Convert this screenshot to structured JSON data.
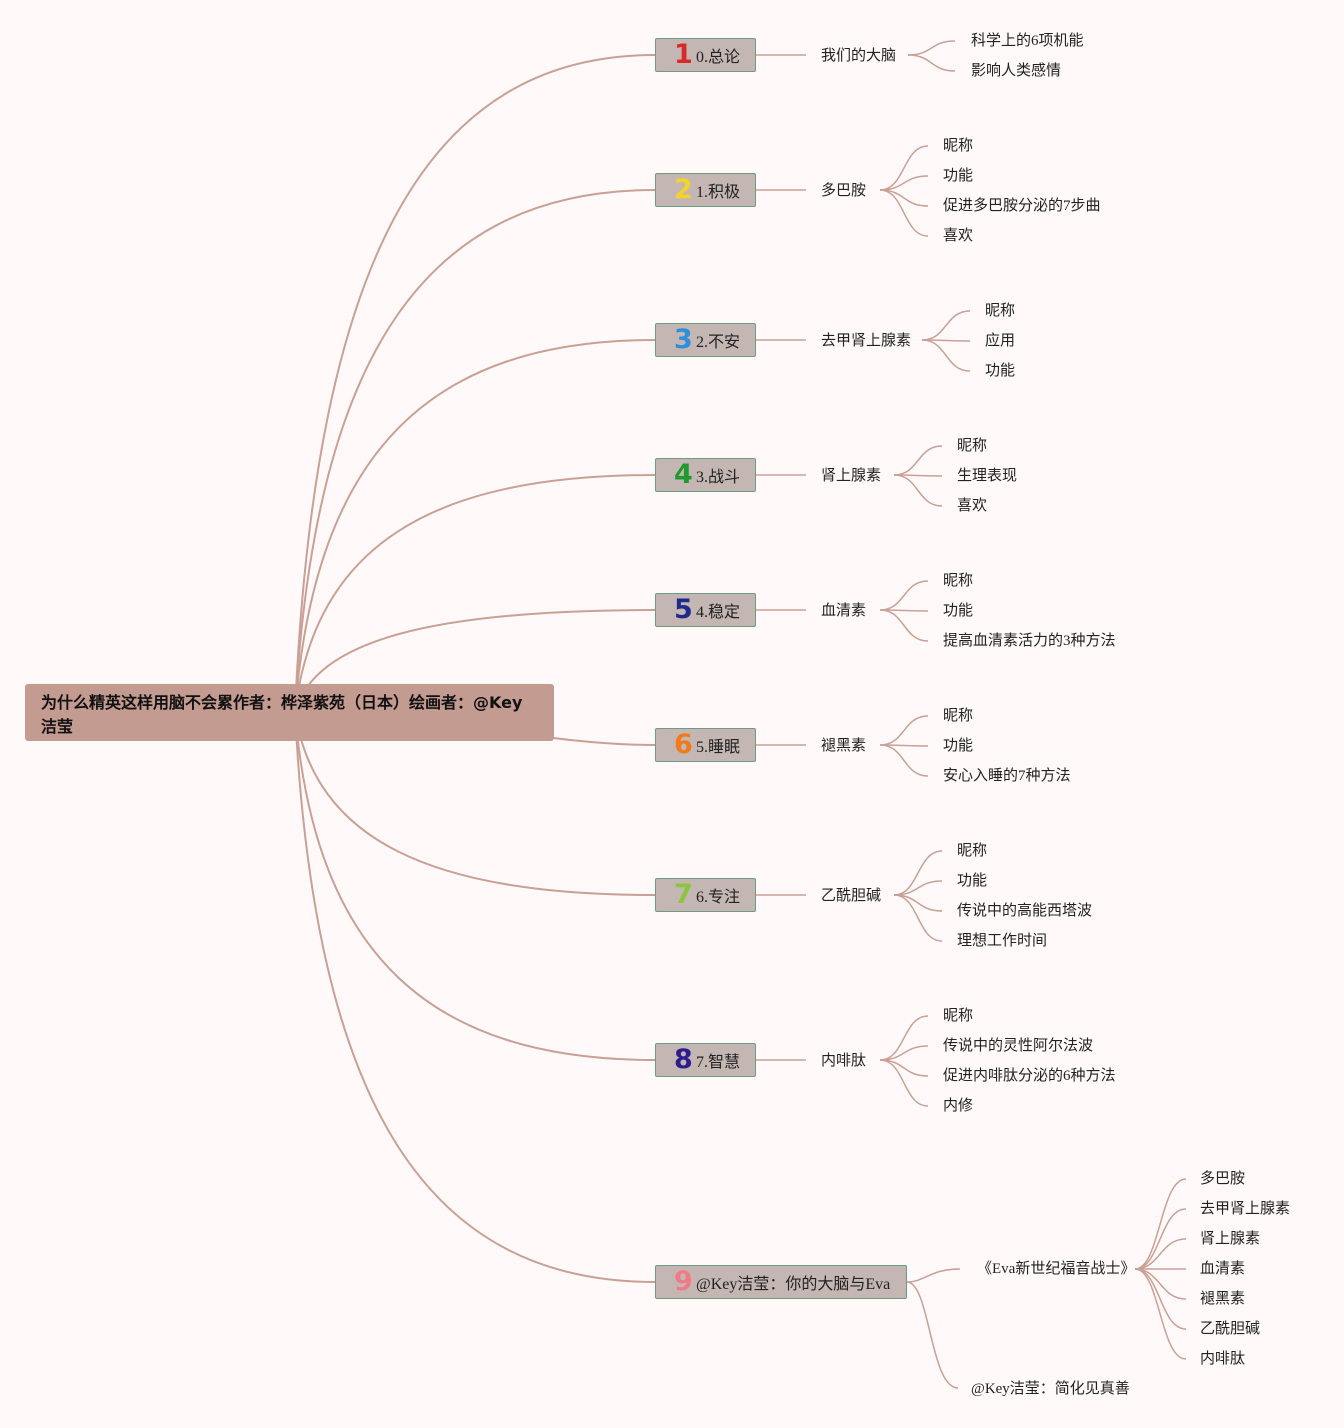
{
  "root": {
    "title": "为什么精英这样用脑不会累作者：桦泽紫苑（日本）绘画者：@Key洁莹"
  },
  "branches": [
    {
      "num": "1",
      "num_color": "#d7282a",
      "label": "0.总论",
      "child": {
        "label": "我们的大脑",
        "leaves": [
          "科学上的6项机能",
          "影响人类感情"
        ]
      }
    },
    {
      "num": "2",
      "num_color": "#f2d22e",
      "label": "1.积极",
      "child": {
        "label": "多巴胺",
        "leaves": [
          "昵称",
          "功能",
          "促进多巴胺分泌的7步曲",
          "喜欢"
        ]
      }
    },
    {
      "num": "3",
      "num_color": "#2f8fd8",
      "label": "2.不安",
      "child": {
        "label": "去甲肾上腺素",
        "leaves": [
          "昵称",
          "应用",
          "功能"
        ]
      }
    },
    {
      "num": "4",
      "num_color": "#1e9a2e",
      "label": "3.战斗",
      "child": {
        "label": "肾上腺素",
        "leaves": [
          "昵称",
          "生理表现",
          "喜欢"
        ]
      }
    },
    {
      "num": "5",
      "num_color": "#1f2b8c",
      "label": "4.稳定",
      "child": {
        "label": "血清素",
        "leaves": [
          "昵称",
          "功能",
          "提高血清素活力的3种方法"
        ]
      }
    },
    {
      "num": "6",
      "num_color": "#f07a1c",
      "label": "5.睡眠",
      "child": {
        "label": "褪黑素",
        "leaves": [
          "昵称",
          "功能",
          "安心入睡的7种方法"
        ]
      }
    },
    {
      "num": "7",
      "num_color": "#8cc63e",
      "label": "6.专注",
      "child": {
        "label": "乙酰胆碱",
        "leaves": [
          "昵称",
          "功能",
          "传说中的高能西塔波",
          "理想工作时间"
        ]
      }
    },
    {
      "num": "8",
      "num_color": "#2c1c8c",
      "label": "7.智慧",
      "child": {
        "label": "内啡肽",
        "leaves": [
          "昵称",
          "传说中的灵性阿尔法波",
          "促进内啡肽分泌的6种方法",
          "内修"
        ]
      }
    },
    {
      "num": "9",
      "num_color": "#f07b86",
      "label": "@Key洁莹：你的大脑与Eva",
      "children": [
        {
          "label": "《Eva新世纪福音战士》",
          "leaves": [
            "多巴胺",
            "去甲肾上腺素",
            "肾上腺素",
            "血清素",
            "褪黑素",
            "乙酰胆碱",
            "内啡肽"
          ]
        },
        {
          "label": "@Key洁莹：简化见真善",
          "leaves": []
        }
      ]
    }
  ],
  "colors": {
    "line": "#c9a096",
    "root_bg": "#c49b91",
    "branch_bg": "#c4b7b3",
    "branch_border": "#6e9a86",
    "background": "#fffaf9"
  }
}
